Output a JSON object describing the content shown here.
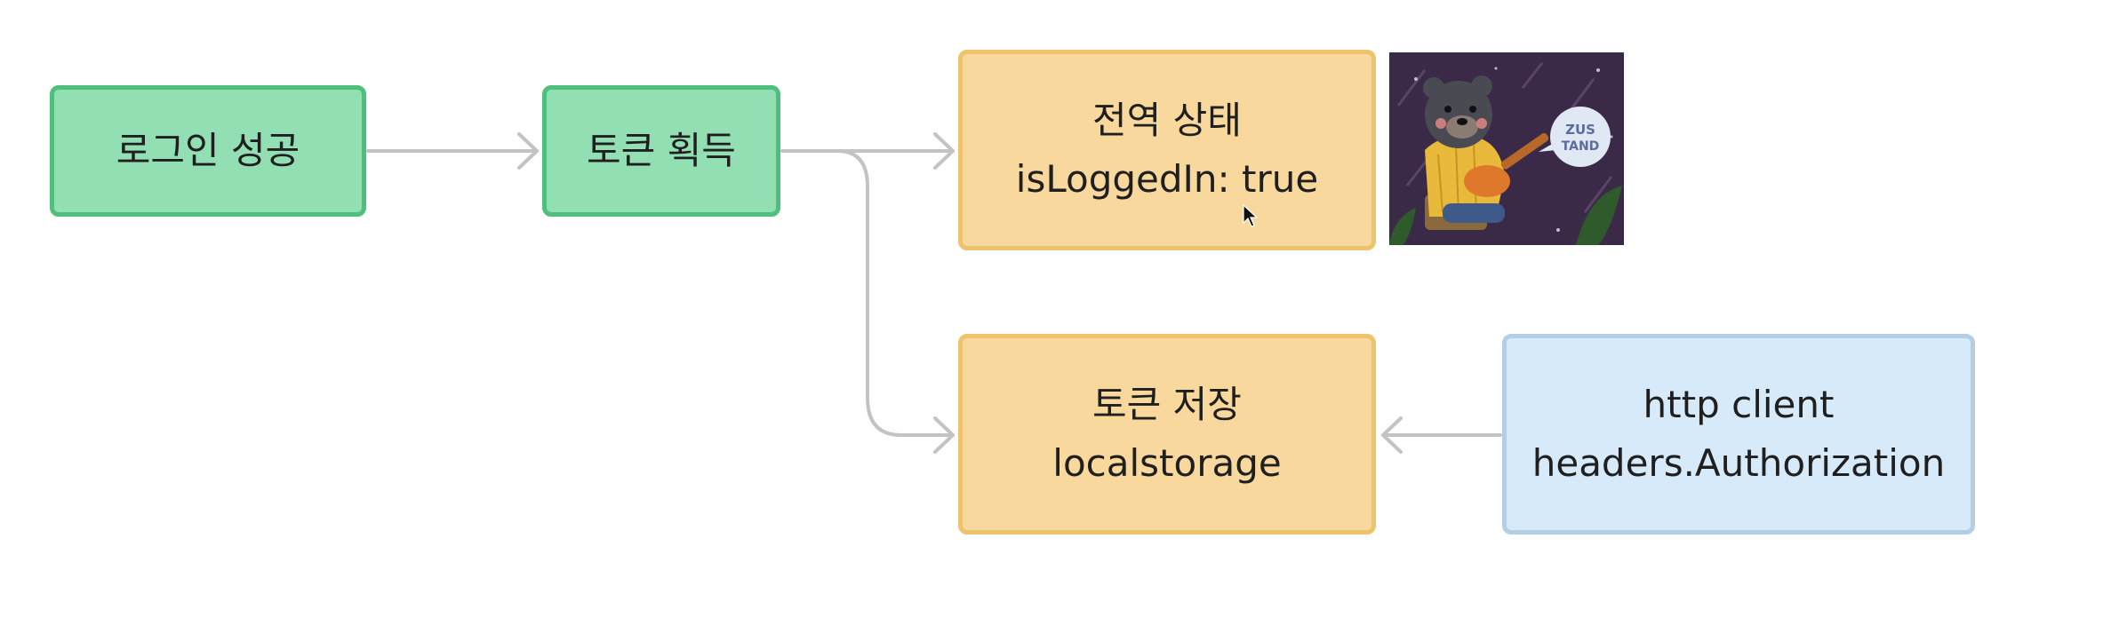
{
  "diagram": {
    "nodes": {
      "login_success": {
        "label": "로그인 성공"
      },
      "token_acquire": {
        "label": "토큰 획득"
      },
      "global_state": {
        "line1": "전역 상태",
        "line2": "isLoggedIn: true"
      },
      "token_store": {
        "line1": "토큰 저장",
        "line2": "localstorage"
      },
      "http_client": {
        "line1": "http client",
        "line2": "headers.Authorization"
      }
    },
    "edges": [
      {
        "from": "login_success",
        "to": "token_acquire"
      },
      {
        "from": "token_acquire",
        "to": "global_state"
      },
      {
        "from": "token_acquire",
        "to": "token_store"
      },
      {
        "from": "http_client",
        "to": "token_store"
      }
    ],
    "image": {
      "badge_text_1": "ZUS",
      "badge_text_2": "TAND"
    }
  },
  "colors": {
    "green_fill": "#93dfb4",
    "green_border": "#4fbf7e",
    "orange_fill": "#f8d89c",
    "orange_border": "#efc36d",
    "blue_fill": "#d6eaf9",
    "blue_border": "#b4cfe3",
    "arrow": "#c3c3c3"
  }
}
